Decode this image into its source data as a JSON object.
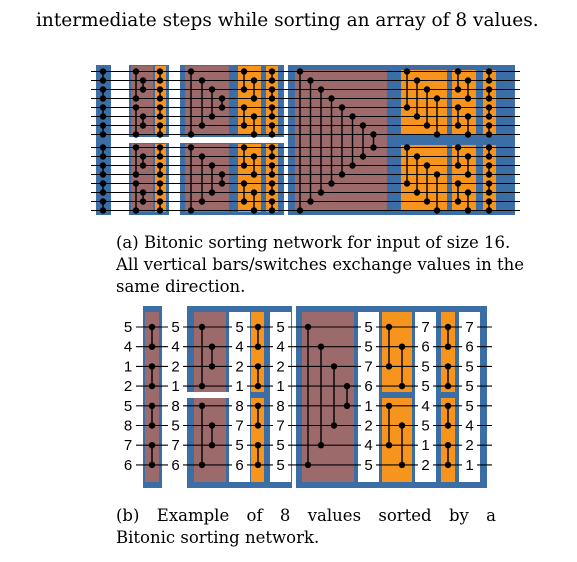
{
  "heading": "intermediate steps while sorting an array of 8 values.",
  "caption_a": {
    "lines": [
      "(a) Bitonic sorting network for input of size 16.",
      "All vertical bars/switches exchange values in the",
      "same direction."
    ]
  },
  "caption_b": {
    "lines": [
      "(b) Example of 8 values sorted by a",
      "Bitonic sorting network."
    ]
  },
  "colors": {
    "stage_blue": "#3b6ea5",
    "merge_brown": "#9c6a6a",
    "cleaner_orange": "#f7941d",
    "wire_black": "#000000"
  },
  "example": {
    "inputs": [
      "5",
      "4",
      "1",
      "2",
      "5",
      "8",
      "7",
      "6"
    ],
    "column_1": [
      "5",
      "4",
      "2",
      "1",
      "8",
      "5",
      "7",
      "6"
    ],
    "column_2": [
      "5",
      "4",
      "2",
      "1",
      "8",
      "7",
      "5",
      "6"
    ],
    "column_3": [
      "5",
      "4",
      "2",
      "1",
      "8",
      "7",
      "5",
      "5"
    ],
    "column_4": [
      "5",
      "5",
      "7",
      "6",
      "1",
      "2",
      "4",
      "5"
    ],
    "column_5": [
      "7",
      "6",
      "5",
      "5",
      "4",
      "5",
      "1",
      "2"
    ],
    "outputs": [
      "7",
      "6",
      "5",
      "5",
      "5",
      "4",
      "2",
      "1"
    ]
  }
}
